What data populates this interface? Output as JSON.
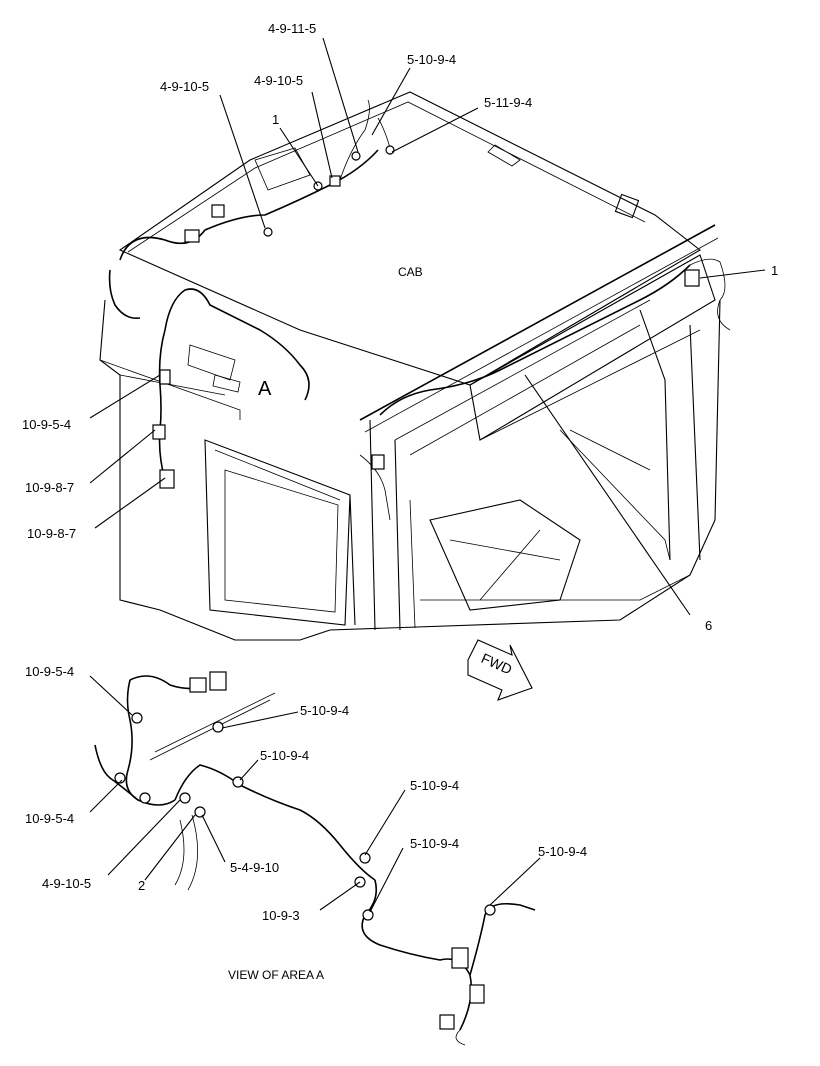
{
  "diagram": {
    "cab_label": "CAB",
    "area_label": "A",
    "fwd_label": "FWD",
    "view_caption": "VIEW OF AREA  A",
    "callouts_top": [
      "4-9-11-5",
      "5-10-9-4",
      "5-11-9-4",
      "4-9-10-5",
      "4-9-10-5",
      "1",
      "1",
      "10-9-5-4",
      "10-9-8-7",
      "10-9-8-7",
      "6"
    ],
    "callouts_bottom": [
      "10-9-5-4",
      "5-10-9-4",
      "5-10-9-4",
      "5-10-9-4",
      "10-9-5-4",
      "4-9-10-5",
      "2",
      "5-4-9-10",
      "5-10-9-4",
      "5-10-9-4",
      "10-9-3"
    ]
  }
}
